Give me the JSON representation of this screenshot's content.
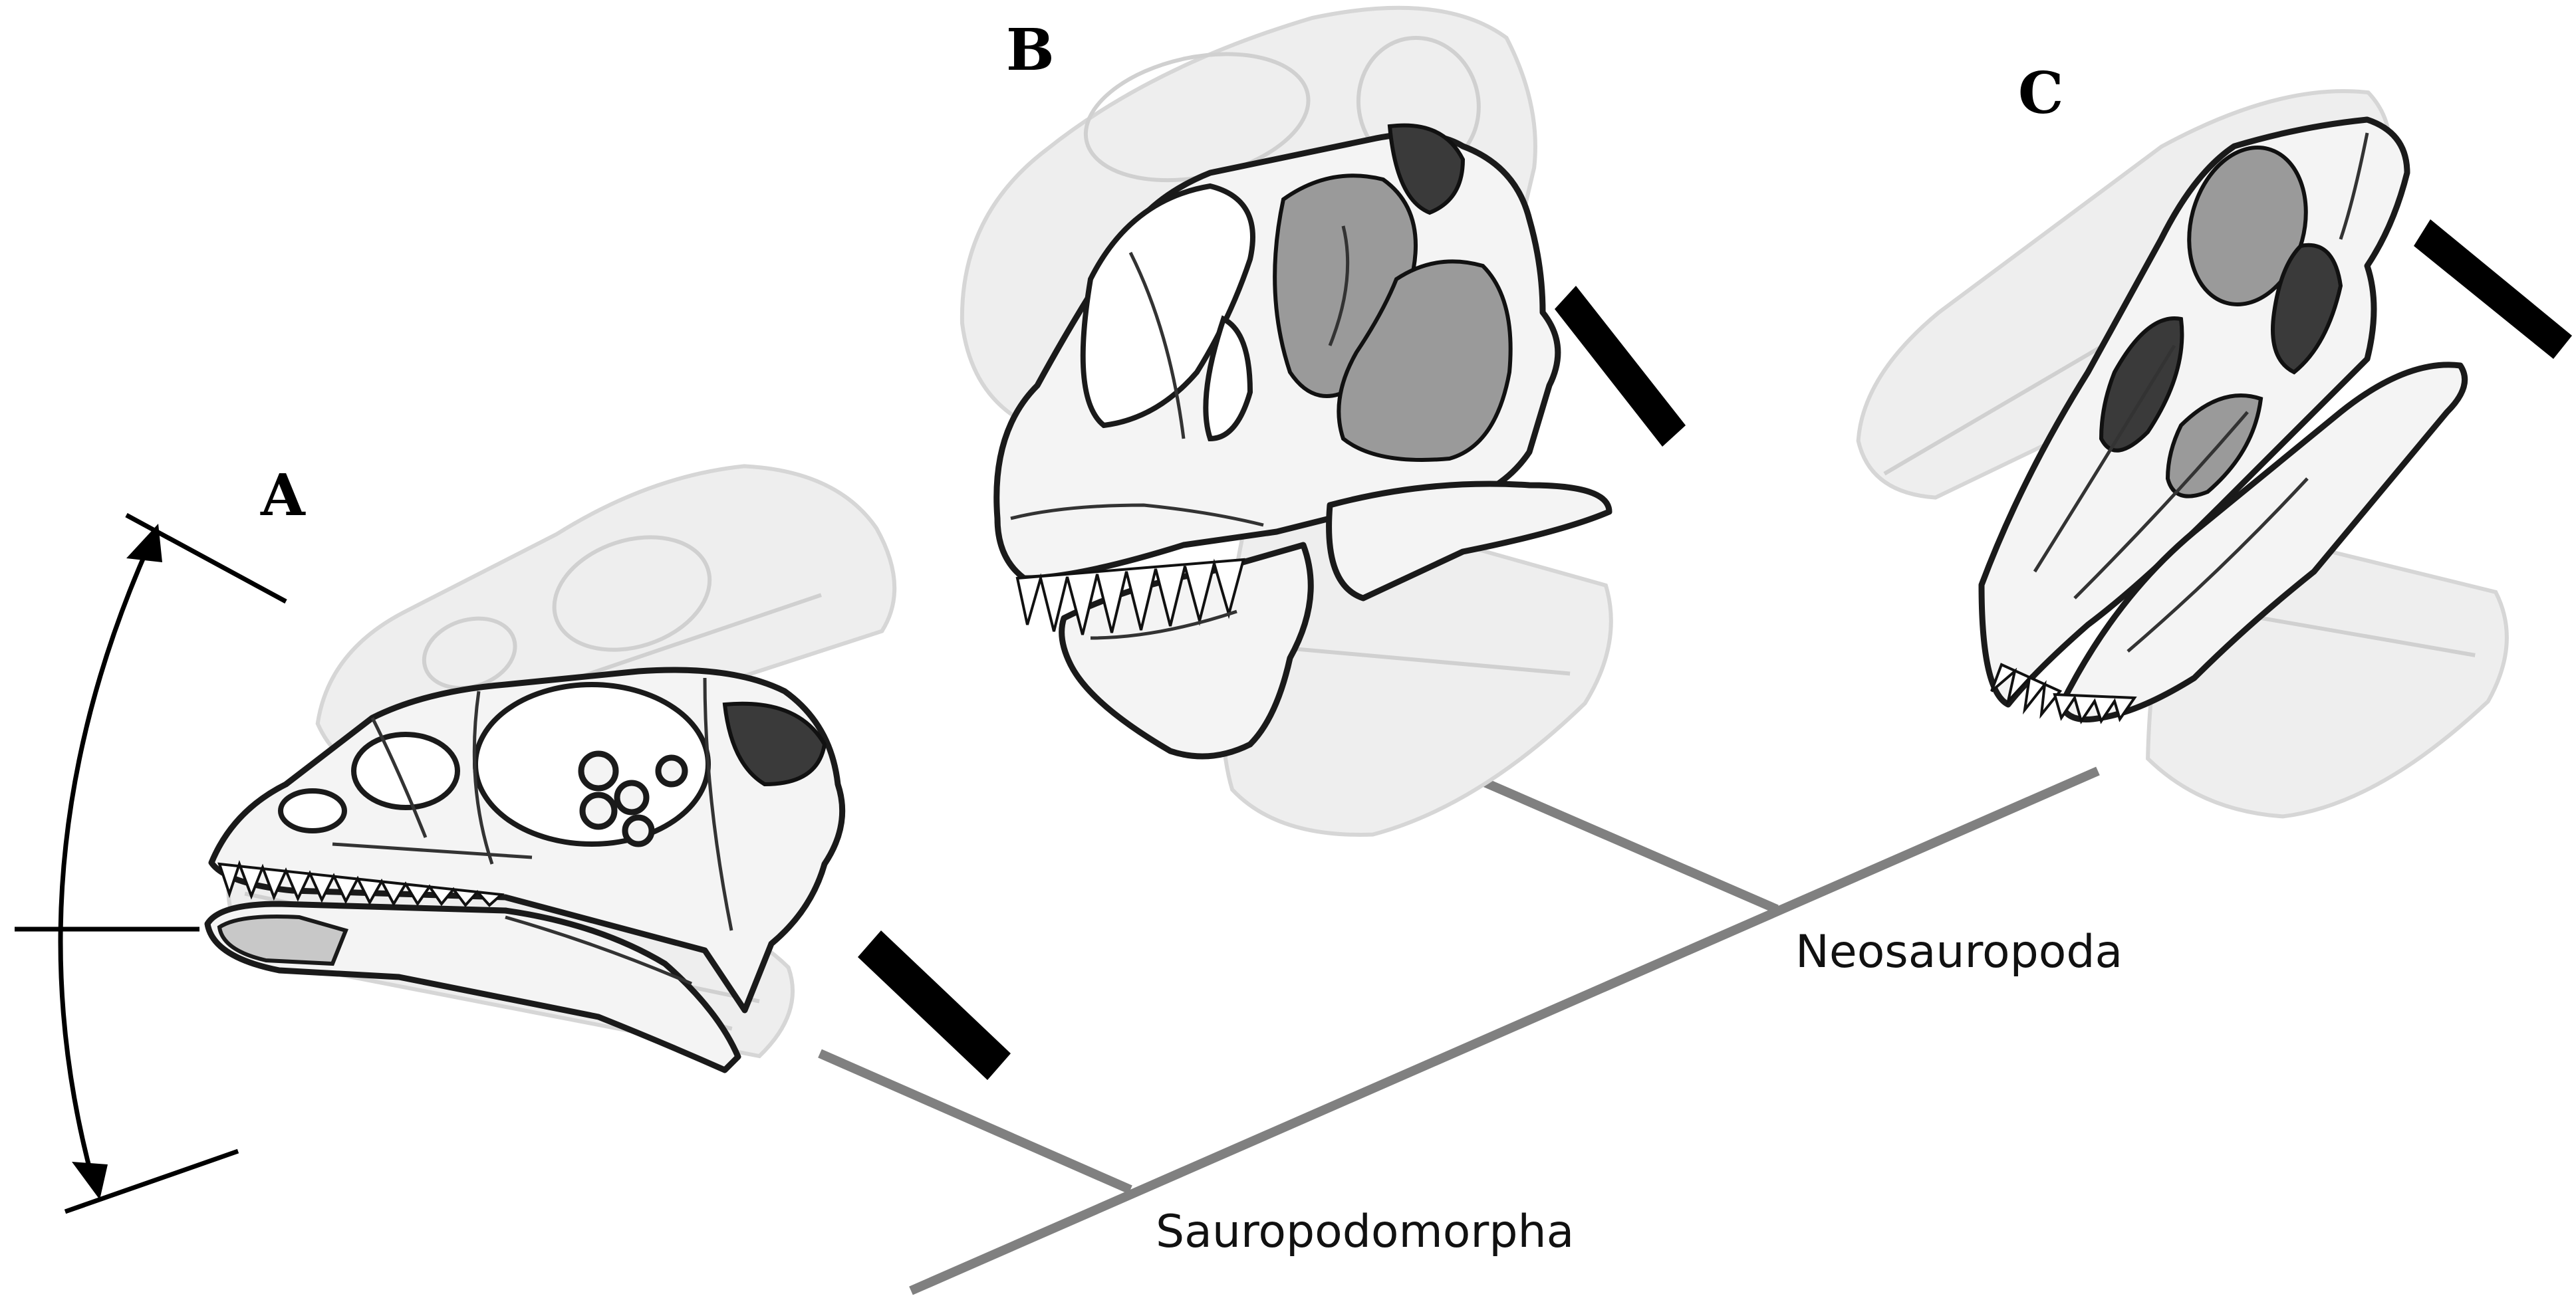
{
  "panels": {
    "a": {
      "letter": "A"
    },
    "b": {
      "letter": "B"
    },
    "c": {
      "letter": "C"
    }
  },
  "clades": {
    "sauropodomorpha": "Sauropodomorpha",
    "neosauropoda": "Neosauropoda"
  }
}
